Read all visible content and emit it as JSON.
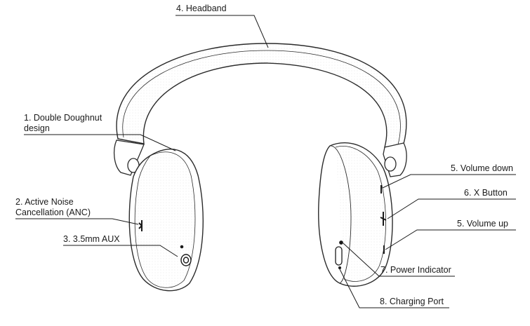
{
  "labels": {
    "headband": "4. Headband",
    "doughnut_line1": "1. Double Doughnut",
    "doughnut_line2": "design",
    "anc_line1": "2. Active Noise",
    "anc_line2": "Cancellation (ANC)",
    "aux": "3. 3.5mm AUX",
    "volume_down": "5. Volume down",
    "x_button": "6. X Button",
    "volume_up": "5. Volume up",
    "power_indicator": "7. Power Indicator",
    "charging_port": "8. Charging Port"
  },
  "colors": {
    "line": "#1a1a1a",
    "stroke": "#2b2b2b",
    "fill": "#ffffff"
  }
}
